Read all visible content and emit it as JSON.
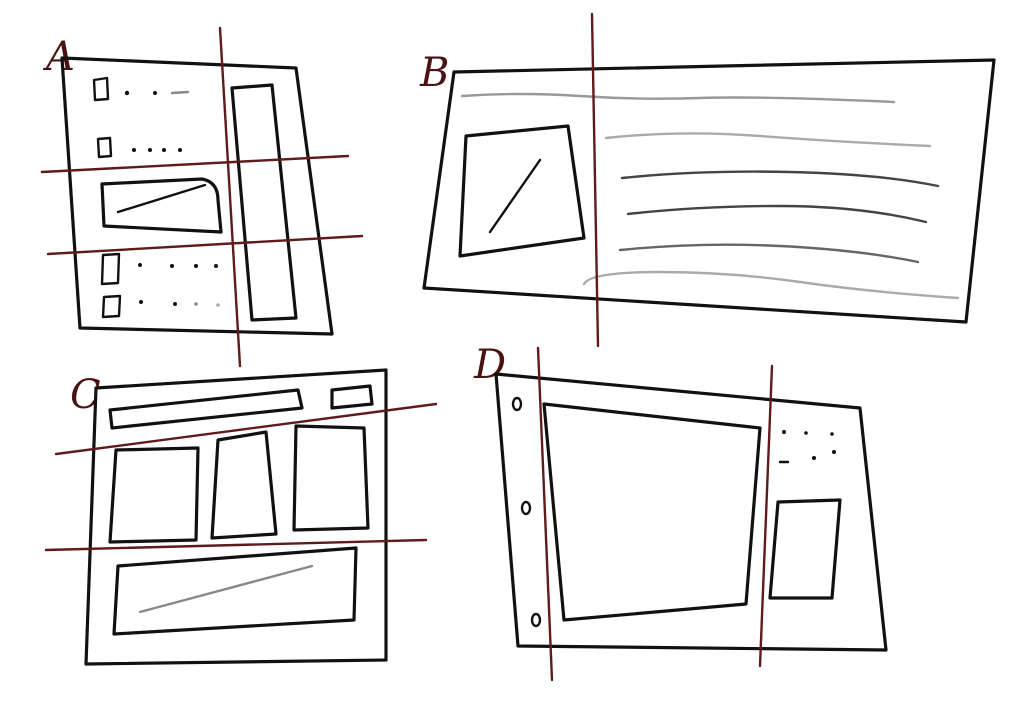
{
  "sketches": [
    {
      "id": "A",
      "label": "A"
    },
    {
      "id": "B",
      "label": "B"
    },
    {
      "id": "C",
      "label": "C"
    },
    {
      "id": "D",
      "label": "D"
    }
  ],
  "colors": {
    "ink": "#111111",
    "guide": "#5e1b1b",
    "label": "#4a1313",
    "paper": "#ffffff"
  }
}
